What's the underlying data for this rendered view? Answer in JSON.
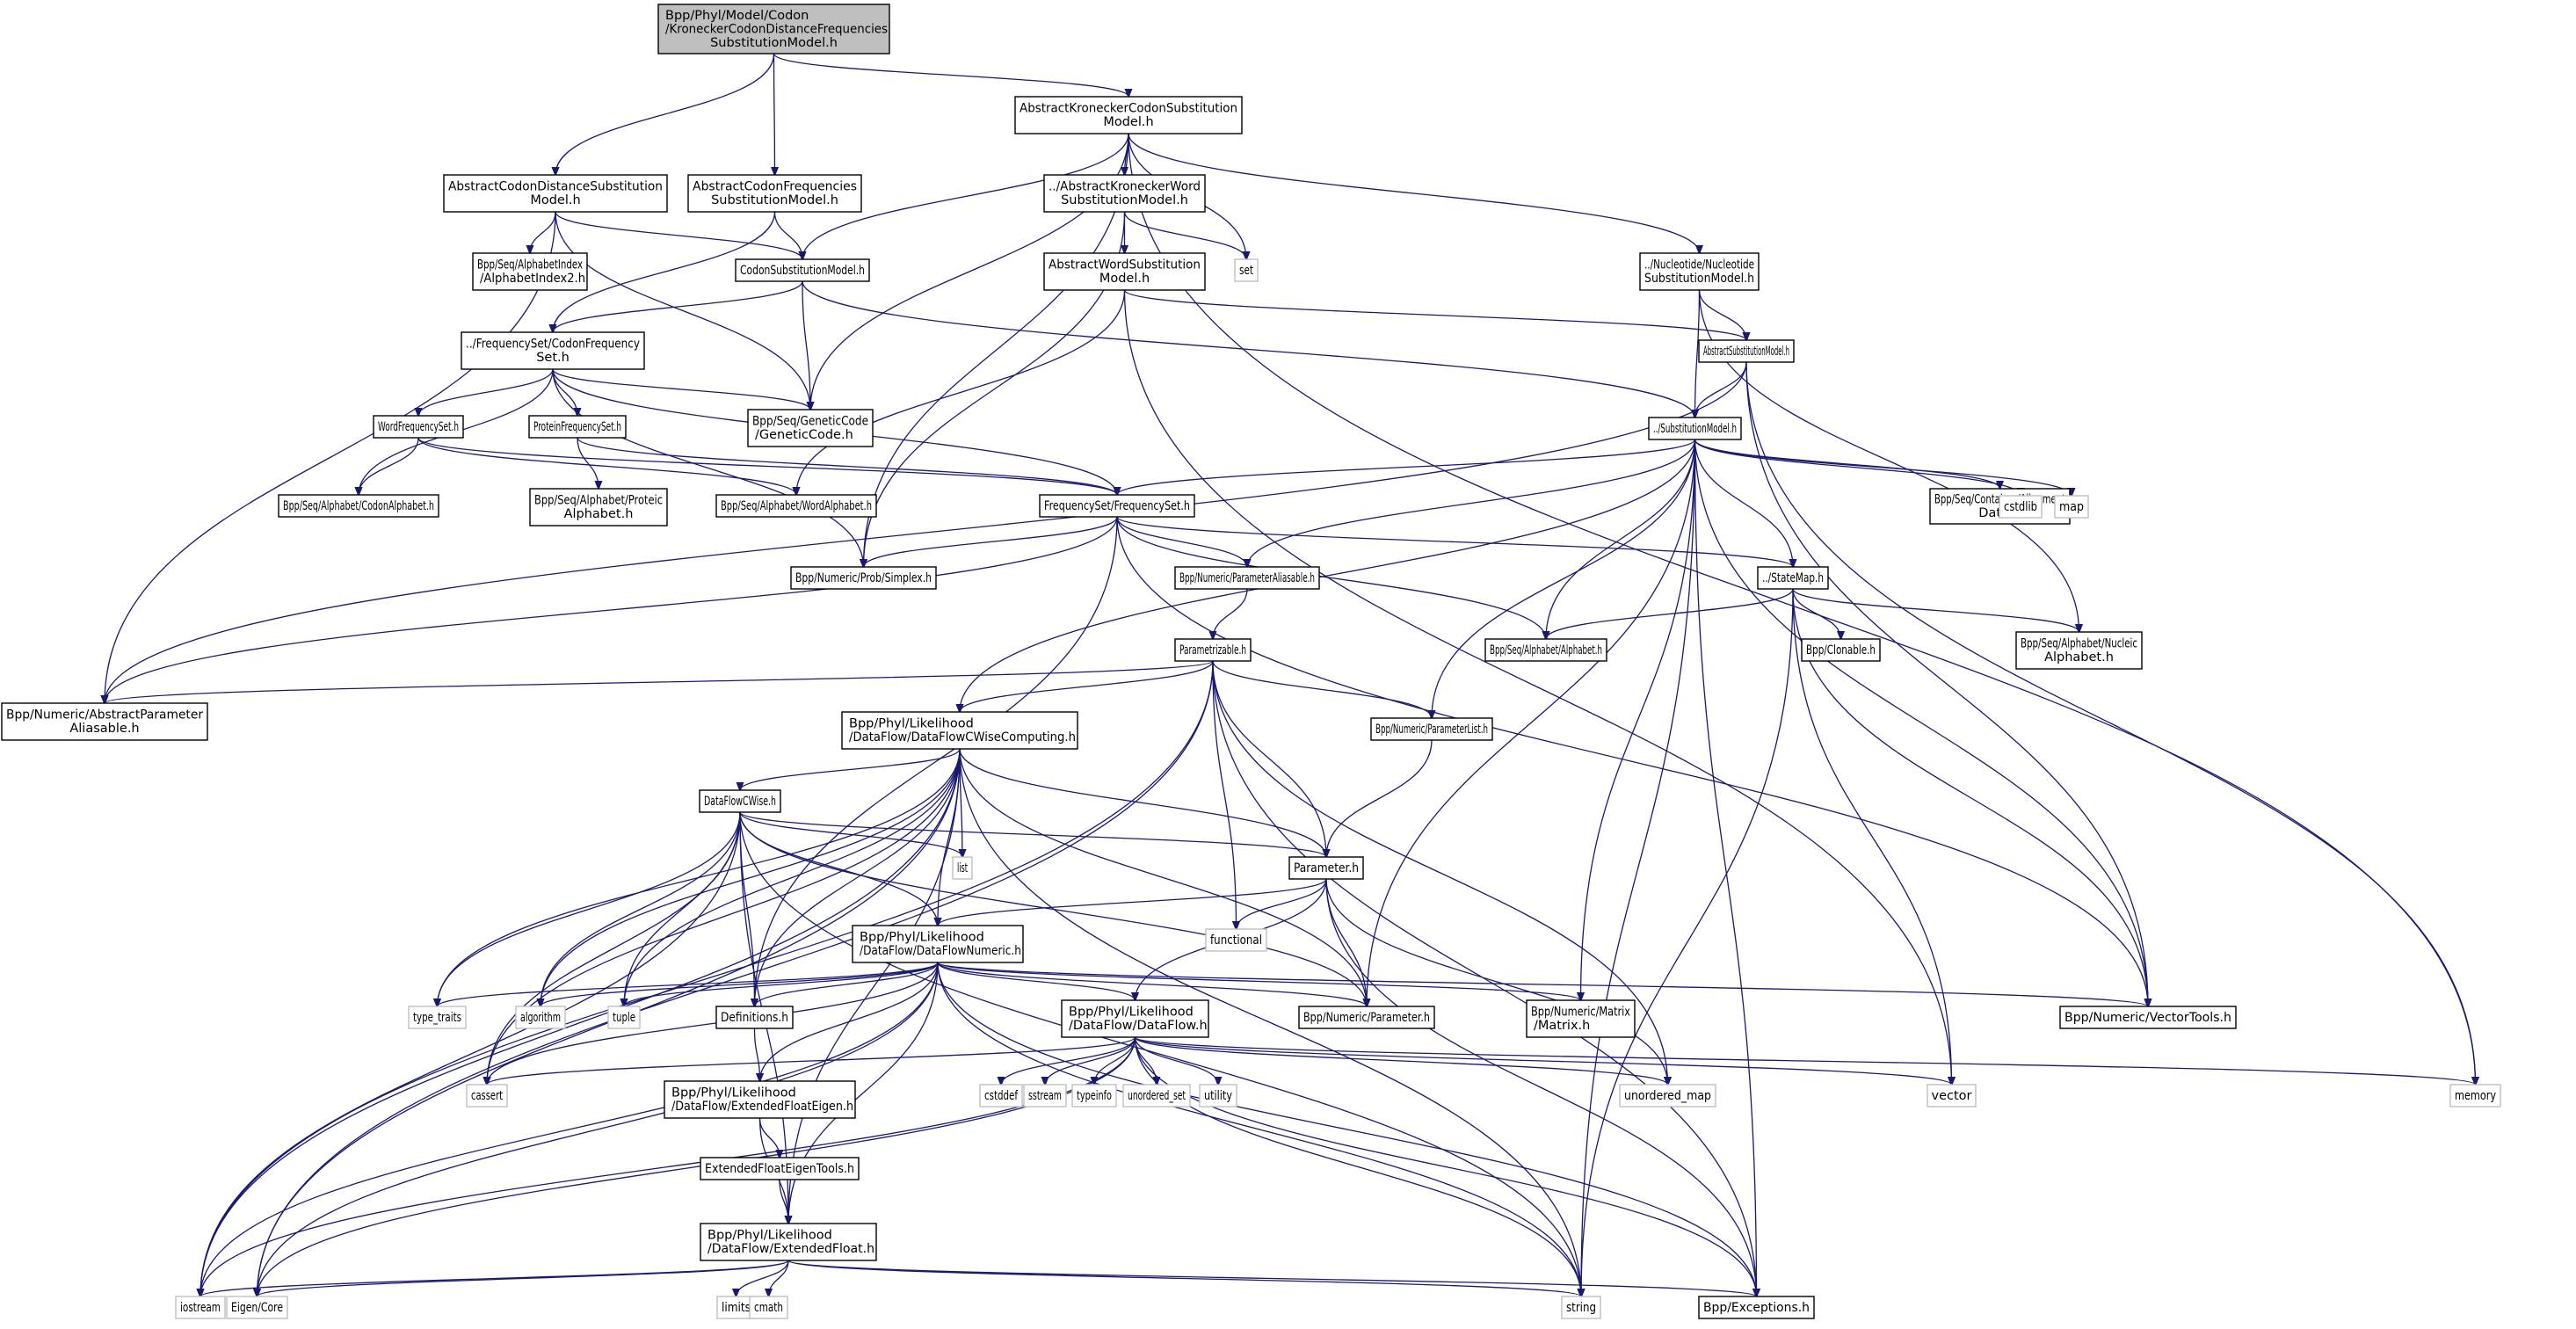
{
  "title": "Include dependency graph for KroneckerCodonDistanceFrequenciesSubstitutionModel.h",
  "colors": {
    "edge": "#191970",
    "root_fill": "#bfbfbf",
    "node_border": "#000000",
    "std_border": "#bfbfbf"
  },
  "nodes": [
    {
      "id": "root",
      "kind": "root",
      "lines": [
        "Bpp/Phyl/Model/Codon",
        "/KroneckerCodonDistanceFrequencies",
        "SubstitutionModel.h"
      ]
    },
    {
      "id": "akcsm",
      "kind": "file",
      "lines": [
        "AbstractKroneckerCodonSubstitution",
        "Model.h"
      ]
    },
    {
      "id": "acdsm",
      "kind": "file",
      "lines": [
        "AbstractCodonDistanceSubstitution",
        "Model.h"
      ]
    },
    {
      "id": "acfsm",
      "kind": "file",
      "lines": [
        "AbstractCodonFrequencies",
        "SubstitutionModel.h"
      ]
    },
    {
      "id": "akwsm",
      "kind": "file",
      "lines": [
        "../AbstractKroneckerWord",
        "SubstitutionModel.h"
      ]
    },
    {
      "id": "set",
      "kind": "std",
      "lines": [
        "set"
      ]
    },
    {
      "id": "nucsm",
      "kind": "file",
      "lines": [
        "../Nucleotide/Nucleotide",
        "SubstitutionModel.h"
      ]
    },
    {
      "id": "aidx",
      "kind": "file",
      "lines": [
        "Bpp/Seq/AlphabetIndex",
        "/AlphabetIndex2.h"
      ]
    },
    {
      "id": "csm",
      "kind": "file",
      "lines": [
        "CodonSubstitutionModel.h"
      ]
    },
    {
      "id": "awsm",
      "kind": "file",
      "lines": [
        "AbstractWordSubstitution",
        "Model.h"
      ]
    },
    {
      "id": "asm",
      "kind": "file",
      "lines": [
        "AbstractSubstitutionModel.h"
      ]
    },
    {
      "id": "cfs",
      "kind": "file",
      "lines": [
        "../FrequencySet/CodonFrequency",
        "Set.h"
      ]
    },
    {
      "id": "gc",
      "kind": "file",
      "lines": [
        "Bpp/Seq/GeneticCode",
        "/GeneticCode.h"
      ]
    },
    {
      "id": "sm",
      "kind": "file",
      "lines": [
        "../SubstitutionModel.h"
      ]
    },
    {
      "id": "wfs",
      "kind": "file",
      "lines": [
        "WordFrequencySet.h"
      ]
    },
    {
      "id": "pfs",
      "kind": "file",
      "lines": [
        "ProteinFrequencySet.h"
      ]
    },
    {
      "id": "fs",
      "kind": "file",
      "lines": [
        "FrequencySet/FrequencySet.h"
      ]
    },
    {
      "id": "aln",
      "kind": "file",
      "lines": [
        "Bpp/Seq/Container/Alignment",
        "Data.h"
      ]
    },
    {
      "id": "cstdlib",
      "kind": "std",
      "lines": [
        "cstdlib"
      ]
    },
    {
      "id": "map",
      "kind": "std",
      "lines": [
        "map"
      ]
    },
    {
      "id": "codalpha",
      "kind": "file",
      "lines": [
        "Bpp/Seq/Alphabet/CodonAlphabet.h"
      ]
    },
    {
      "id": "protalpha",
      "kind": "file",
      "lines": [
        "Bpp/Seq/Alphabet/Proteic",
        "Alphabet.h"
      ]
    },
    {
      "id": "wordalpha",
      "kind": "file",
      "lines": [
        "Bpp/Seq/Alphabet/WordAlphabet.h"
      ]
    },
    {
      "id": "simplex",
      "kind": "file",
      "lines": [
        "Bpp/Numeric/Prob/Simplex.h"
      ]
    },
    {
      "id": "palias",
      "kind": "file",
      "lines": [
        "Bpp/Numeric/ParameterAliasable.h"
      ]
    },
    {
      "id": "statemap",
      "kind": "file",
      "lines": [
        "../StateMap.h"
      ]
    },
    {
      "id": "param",
      "kind": "file",
      "lines": [
        "Parametrizable.h"
      ]
    },
    {
      "id": "alpha",
      "kind": "file",
      "lines": [
        "Bpp/Seq/Alphabet/Alphabet.h"
      ]
    },
    {
      "id": "clonable",
      "kind": "file",
      "lines": [
        "Bpp/Clonable.h"
      ]
    },
    {
      "id": "nucalpha",
      "kind": "file",
      "lines": [
        "Bpp/Seq/Alphabet/Nucleic",
        "Alphabet.h"
      ]
    },
    {
      "id": "apa",
      "kind": "file",
      "lines": [
        "Bpp/Numeric/AbstractParameter",
        "Aliasable.h"
      ]
    },
    {
      "id": "dfcwc",
      "kind": "file",
      "lines": [
        "Bpp/Phyl/Likelihood",
        "/DataFlow/DataFlowCWiseComputing.h"
      ]
    },
    {
      "id": "plist",
      "kind": "file",
      "lines": [
        "Bpp/Numeric/ParameterList.h"
      ]
    },
    {
      "id": "dfcw",
      "kind": "file",
      "lines": [
        "DataFlowCWise.h"
      ]
    },
    {
      "id": "list",
      "kind": "std",
      "lines": [
        "list"
      ]
    },
    {
      "id": "parameter",
      "kind": "file",
      "lines": [
        "Parameter.h"
      ]
    },
    {
      "id": "dfn",
      "kind": "file",
      "lines": [
        "Bpp/Phyl/Likelihood",
        "/DataFlow/DataFlowNumeric.h"
      ]
    },
    {
      "id": "functional",
      "kind": "std",
      "lines": [
        "functional"
      ]
    },
    {
      "id": "type_traits",
      "kind": "std",
      "lines": [
        "type_traits"
      ]
    },
    {
      "id": "algorithm",
      "kind": "std",
      "lines": [
        "algorithm"
      ]
    },
    {
      "id": "tuple",
      "kind": "std",
      "lines": [
        "tuple"
      ]
    },
    {
      "id": "defs",
      "kind": "file",
      "lines": [
        "Definitions.h"
      ]
    },
    {
      "id": "df",
      "kind": "file",
      "lines": [
        "Bpp/Phyl/Likelihood",
        "/DataFlow/DataFlow.h"
      ]
    },
    {
      "id": "nparam",
      "kind": "file",
      "lines": [
        "Bpp/Numeric/Parameter.h"
      ]
    },
    {
      "id": "matrix",
      "kind": "file",
      "lines": [
        "Bpp/Numeric/Matrix",
        "/Matrix.h"
      ]
    },
    {
      "id": "vtools",
      "kind": "file",
      "lines": [
        "Bpp/Numeric/VectorTools.h"
      ]
    },
    {
      "id": "cassert",
      "kind": "std",
      "lines": [
        "cassert"
      ]
    },
    {
      "id": "efe",
      "kind": "file",
      "lines": [
        "Bpp/Phyl/Likelihood",
        "/DataFlow/ExtendedFloatEigen.h"
      ]
    },
    {
      "id": "cstddef",
      "kind": "std",
      "lines": [
        "cstddef"
      ]
    },
    {
      "id": "sstream",
      "kind": "std",
      "lines": [
        "sstream"
      ]
    },
    {
      "id": "typeinfo",
      "kind": "std",
      "lines": [
        "typeinfo"
      ]
    },
    {
      "id": "unordered_set",
      "kind": "std",
      "lines": [
        "unordered_set"
      ]
    },
    {
      "id": "utility",
      "kind": "std",
      "lines": [
        "utility"
      ]
    },
    {
      "id": "unordered_map",
      "kind": "std",
      "lines": [
        "unordered_map"
      ]
    },
    {
      "id": "vector",
      "kind": "std",
      "lines": [
        "vector"
      ]
    },
    {
      "id": "memory",
      "kind": "std",
      "lines": [
        "memory"
      ]
    },
    {
      "id": "efet",
      "kind": "file",
      "lines": [
        "ExtendedFloatEigenTools.h"
      ]
    },
    {
      "id": "ef",
      "kind": "file",
      "lines": [
        "Bpp/Phyl/Likelihood",
        "/DataFlow/ExtendedFloat.h"
      ]
    },
    {
      "id": "iostream",
      "kind": "std",
      "lines": [
        "iostream"
      ]
    },
    {
      "id": "eigen",
      "kind": "std",
      "lines": [
        "Eigen/Core"
      ]
    },
    {
      "id": "limits",
      "kind": "std",
      "lines": [
        "limits"
      ]
    },
    {
      "id": "cmath",
      "kind": "std",
      "lines": [
        "cmath"
      ]
    },
    {
      "id": "string",
      "kind": "std",
      "lines": [
        "string"
      ]
    },
    {
      "id": "exceptions",
      "kind": "file",
      "lines": [
        "Bpp/Exceptions.h"
      ]
    }
  ],
  "edges": [
    [
      "root",
      "acdsm"
    ],
    [
      "root",
      "acfsm"
    ],
    [
      "root",
      "akcsm"
    ],
    [
      "akcsm",
      "akwsm"
    ],
    [
      "akcsm",
      "set"
    ],
    [
      "akcsm",
      "nucsm"
    ],
    [
      "akcsm",
      "csm"
    ],
    [
      "akcsm",
      "gc"
    ],
    [
      "akcsm",
      "memory"
    ],
    [
      "akcsm",
      "simplex"
    ],
    [
      "acdsm",
      "aidx"
    ],
    [
      "acdsm",
      "csm"
    ],
    [
      "acdsm",
      "gc"
    ],
    [
      "acdsm",
      "apa"
    ],
    [
      "acfsm",
      "csm"
    ],
    [
      "acfsm",
      "cfs"
    ],
    [
      "akwsm",
      "awsm"
    ],
    [
      "akwsm",
      "set"
    ],
    [
      "akwsm",
      "simplex"
    ],
    [
      "awsm",
      "asm"
    ],
    [
      "awsm",
      "wordalpha"
    ],
    [
      "awsm",
      "vector"
    ],
    [
      "nucsm",
      "asm"
    ],
    [
      "nucsm",
      "sm"
    ],
    [
      "nucsm",
      "nucalpha"
    ],
    [
      "csm",
      "cfs"
    ],
    [
      "csm",
      "gc"
    ],
    [
      "csm",
      "sm"
    ],
    [
      "asm",
      "sm"
    ],
    [
      "asm",
      "apa"
    ],
    [
      "asm",
      "vtools"
    ],
    [
      "asm",
      "memory"
    ],
    [
      "cfs",
      "wfs"
    ],
    [
      "cfs",
      "pfs"
    ],
    [
      "cfs",
      "gc"
    ],
    [
      "cfs",
      "codalpha"
    ],
    [
      "cfs",
      "fs"
    ],
    [
      "cfs",
      "simplex"
    ],
    [
      "wfs",
      "codalpha"
    ],
    [
      "wfs",
      "wordalpha"
    ],
    [
      "wfs",
      "fs"
    ],
    [
      "pfs",
      "protalpha"
    ],
    [
      "pfs",
      "fs"
    ],
    [
      "sm",
      "fs"
    ],
    [
      "sm",
      "aln"
    ],
    [
      "sm",
      "cstdlib"
    ],
    [
      "sm",
      "map"
    ],
    [
      "sm",
      "statemap"
    ],
    [
      "sm",
      "palias"
    ],
    [
      "sm",
      "alpha"
    ],
    [
      "sm",
      "plist"
    ],
    [
      "sm",
      "nparam"
    ],
    [
      "sm",
      "matrix"
    ],
    [
      "sm",
      "vtools"
    ],
    [
      "sm",
      "exceptions"
    ],
    [
      "sm",
      "string"
    ],
    [
      "sm",
      "dfcwc"
    ],
    [
      "fs",
      "simplex"
    ],
    [
      "fs",
      "palias"
    ],
    [
      "fs",
      "statemap"
    ],
    [
      "fs",
      "alpha"
    ],
    [
      "fs",
      "vtools"
    ],
    [
      "fs",
      "apa"
    ],
    [
      "fs",
      "defs"
    ],
    [
      "palias",
      "param"
    ],
    [
      "statemap",
      "alpha"
    ],
    [
      "statemap",
      "clonable"
    ],
    [
      "statemap",
      "nucalpha"
    ],
    [
      "statemap",
      "vtools"
    ],
    [
      "statemap",
      "vector"
    ],
    [
      "statemap",
      "string"
    ],
    [
      "param",
      "apa"
    ],
    [
      "param",
      "plist"
    ],
    [
      "param",
      "parameter"
    ],
    [
      "param",
      "dfcwc"
    ],
    [
      "param",
      "functional"
    ],
    [
      "param",
      "unordered_map"
    ],
    [
      "param",
      "exceptions"
    ],
    [
      "param",
      "iostream"
    ],
    [
      "param",
      "eigen"
    ],
    [
      "plist",
      "parameter"
    ],
    [
      "dfcwc",
      "dfcw"
    ],
    [
      "dfcwc",
      "list"
    ],
    [
      "dfcwc",
      "parameter"
    ],
    [
      "dfcwc",
      "dfn"
    ],
    [
      "dfcwc",
      "type_traits"
    ],
    [
      "dfcwc",
      "algorithm"
    ],
    [
      "dfcwc",
      "tuple"
    ],
    [
      "dfcwc",
      "defs"
    ],
    [
      "dfcwc",
      "cassert"
    ],
    [
      "dfcwc",
      "ef"
    ],
    [
      "dfcwc",
      "nparam"
    ],
    [
      "dfcwc",
      "string"
    ],
    [
      "dfcwc",
      "iostream"
    ],
    [
      "dfcwc",
      "eigen"
    ],
    [
      "dfcw",
      "list"
    ],
    [
      "dfcw",
      "parameter"
    ],
    [
      "dfcw",
      "dfn"
    ],
    [
      "dfcw",
      "type_traits"
    ],
    [
      "dfcw",
      "algorithm"
    ],
    [
      "dfcw",
      "tuple"
    ],
    [
      "dfcw",
      "defs"
    ],
    [
      "dfcw",
      "cassert"
    ],
    [
      "dfcw",
      "nparam"
    ],
    [
      "dfcw",
      "iostream"
    ],
    [
      "dfcw",
      "ef"
    ],
    [
      "dfcw",
      "string"
    ],
    [
      "parameter",
      "dfn"
    ],
    [
      "parameter",
      "functional"
    ],
    [
      "parameter",
      "nparam"
    ],
    [
      "parameter",
      "df"
    ],
    [
      "parameter",
      "exceptions"
    ],
    [
      "parameter",
      "unordered_map"
    ],
    [
      "dfn",
      "type_traits"
    ],
    [
      "dfn",
      "algorithm"
    ],
    [
      "dfn",
      "tuple"
    ],
    [
      "dfn",
      "defs"
    ],
    [
      "dfn",
      "df"
    ],
    [
      "dfn",
      "nparam"
    ],
    [
      "dfn",
      "matrix"
    ],
    [
      "dfn",
      "vtools"
    ],
    [
      "dfn",
      "cassert"
    ],
    [
      "dfn",
      "efe"
    ],
    [
      "dfn",
      "ef"
    ],
    [
      "dfn",
      "eigen"
    ],
    [
      "dfn",
      "iostream"
    ],
    [
      "dfn",
      "string"
    ],
    [
      "dfn",
      "exceptions"
    ],
    [
      "defs",
      "efe"
    ],
    [
      "df",
      "cassert"
    ],
    [
      "df",
      "cstddef"
    ],
    [
      "df",
      "sstream"
    ],
    [
      "df",
      "typeinfo"
    ],
    [
      "df",
      "unordered_set"
    ],
    [
      "df",
      "utility"
    ],
    [
      "df",
      "unordered_map"
    ],
    [
      "df",
      "vector"
    ],
    [
      "df",
      "memory"
    ],
    [
      "df",
      "string"
    ],
    [
      "df",
      "exceptions"
    ],
    [
      "df",
      "iostream"
    ],
    [
      "df",
      "eigen"
    ],
    [
      "efe",
      "efet"
    ],
    [
      "efe",
      "ef"
    ],
    [
      "efet",
      "ef"
    ],
    [
      "ef",
      "iostream"
    ],
    [
      "ef",
      "eigen"
    ],
    [
      "ef",
      "limits"
    ],
    [
      "ef",
      "cmath"
    ],
    [
      "ef",
      "string"
    ],
    [
      "ef",
      "exceptions"
    ]
  ]
}
